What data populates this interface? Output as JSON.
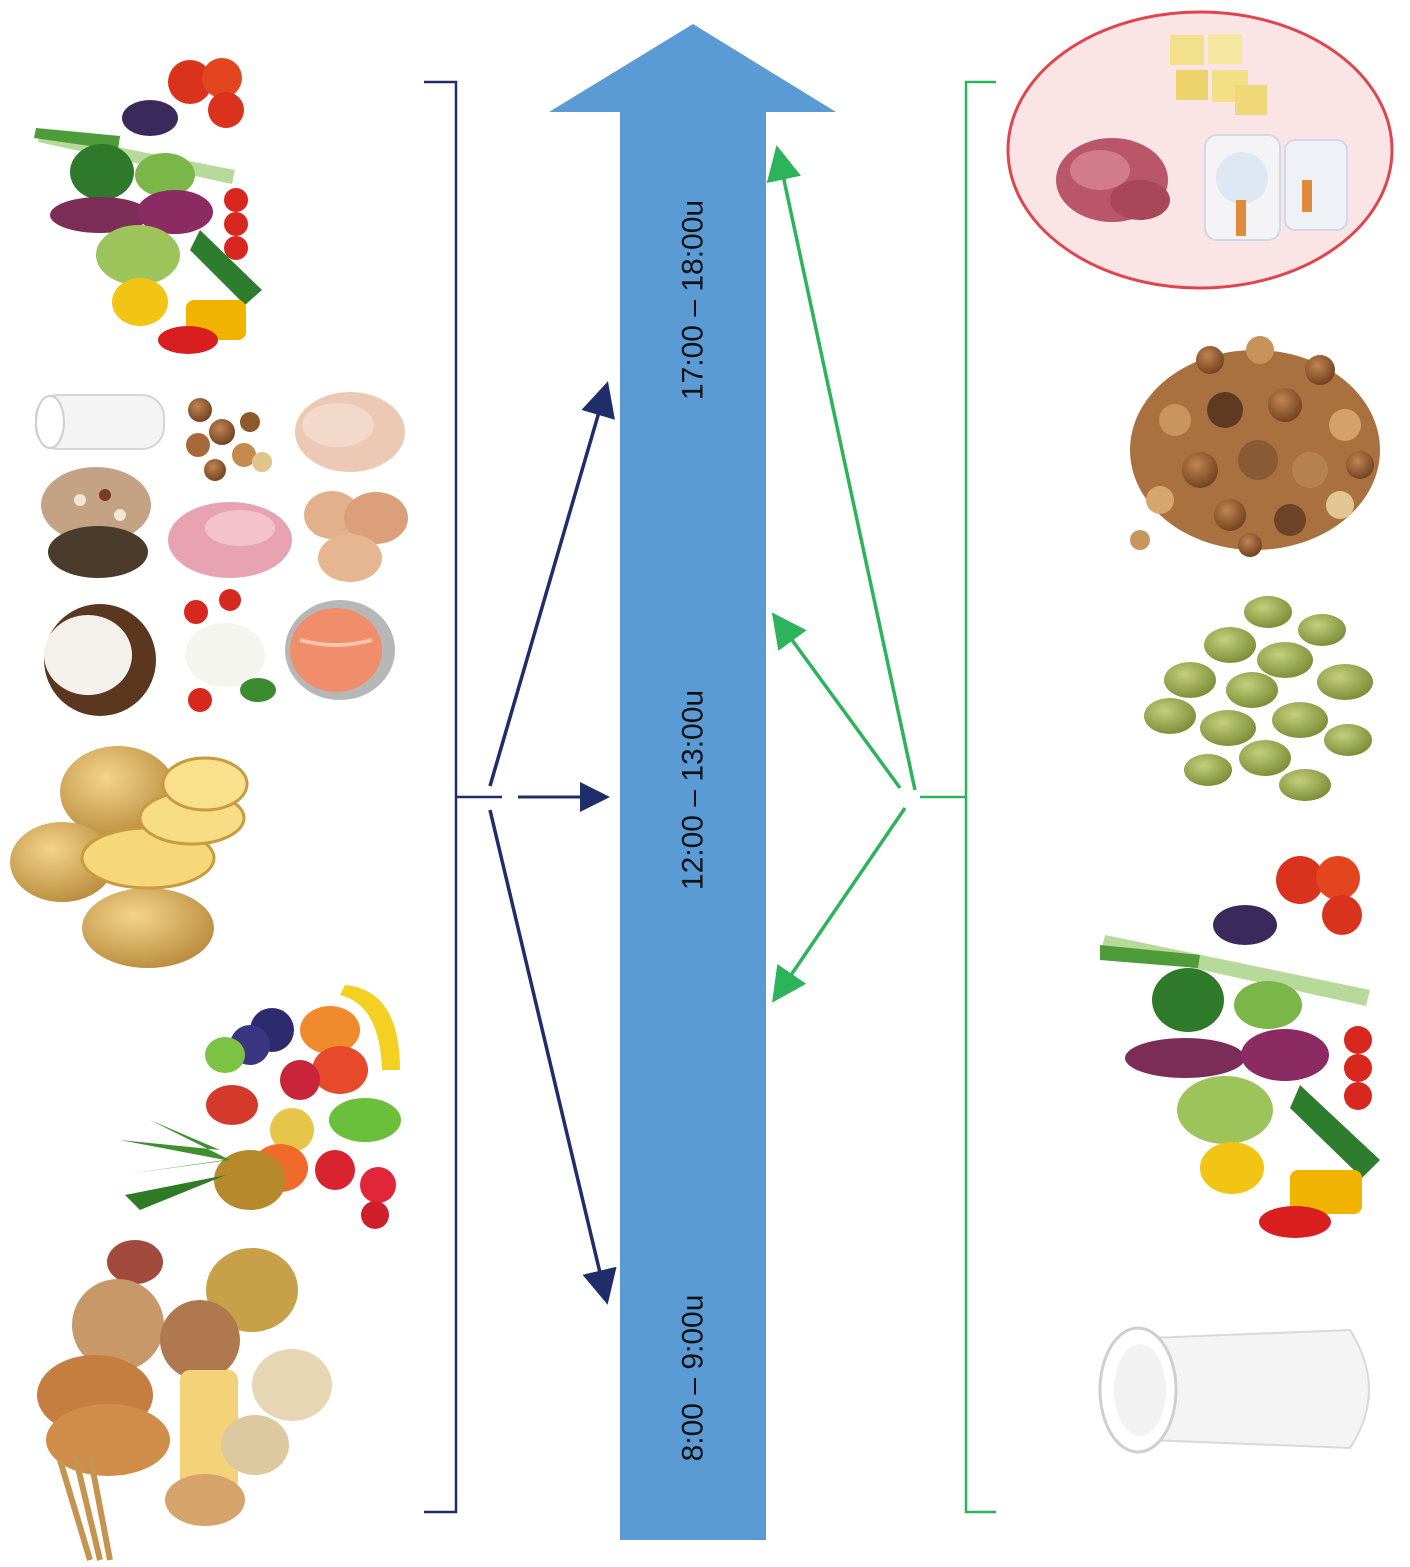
{
  "time_axis": {
    "labels": [
      "8:00 – 9:00u",
      "12:00 – 13:00u",
      "17:00 – 18:00u"
    ]
  },
  "left_group": {
    "items": [
      {
        "icon": "vegetables-icon"
      },
      {
        "icon": "protein-foods-icon"
      },
      {
        "icon": "potatoes-icon"
      },
      {
        "icon": "fruit-icon"
      },
      {
        "icon": "grains-bread-icon"
      }
    ]
  },
  "right_group": {
    "items": [
      {
        "icon": "meat-cheese-dairy-icon"
      },
      {
        "icon": "nuts-icon"
      },
      {
        "icon": "olives-icon"
      },
      {
        "icon": "vegetables-icon"
      },
      {
        "icon": "yogurt-icon"
      }
    ]
  },
  "colors": {
    "main_arrow": "#5b9bd5",
    "left_connectors": "#1f2d6b",
    "right_connectors": "#2db35a",
    "highlight_ellipse": "#e0454d",
    "highlight_fill": "#fbe4e6"
  }
}
